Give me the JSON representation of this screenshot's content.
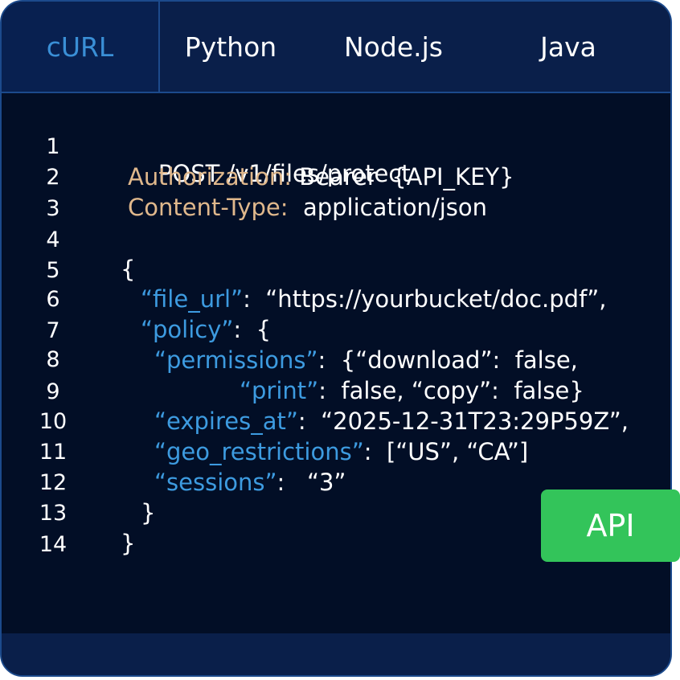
{
  "tabs": [
    {
      "label": "cURL",
      "active": true
    },
    {
      "label": "Python",
      "active": false
    },
    {
      "label": "Node.js",
      "active": false
    },
    {
      "label": "Java",
      "active": false
    }
  ],
  "line_numbers": [
    "1",
    "2",
    "3",
    "4",
    "5",
    "6",
    "7",
    "8",
    "9",
    "10",
    "11",
    "12",
    "13",
    "14"
  ],
  "code": {
    "l1": "POST /v1/files/protect",
    "l2_key": "Authorization:",
    "l2_val": " Bearer  {API_KEY}",
    "l3_key": "Content-Type:",
    "l3_val": "  application/json",
    "l5": "{",
    "l6_key": "“file_url”",
    "l6_val": ":  “https://yourbucket/doc.pdf”,",
    "l7_key": "“policy”",
    "l7_val": ":  {",
    "l8_key": "“permissions”",
    "l8_val": ":  {“download”:  false,",
    "l9_key": "“print”",
    "l9_val": ":  false, “copy”:  false}",
    "l10_key": "“expires_at”",
    "l10_val": ":  “2025-12-31T23:29P59Z”,",
    "l11_key": "“geo_restrictions”",
    "l11_val": ":  [“US”, “CA”]",
    "l12_key": "“sessions”",
    "l12_val": ":   “3”",
    "l13": "}",
    "l14": "}"
  },
  "badge": {
    "label": "API"
  },
  "colors": {
    "background": "#020e26",
    "tab_bar": "#0a1f4a",
    "border": "#1c4a8c",
    "header_key": "#e0b88c",
    "json_key": "#3d9be0",
    "text": "#ffffff",
    "badge": "#33c45a"
  }
}
